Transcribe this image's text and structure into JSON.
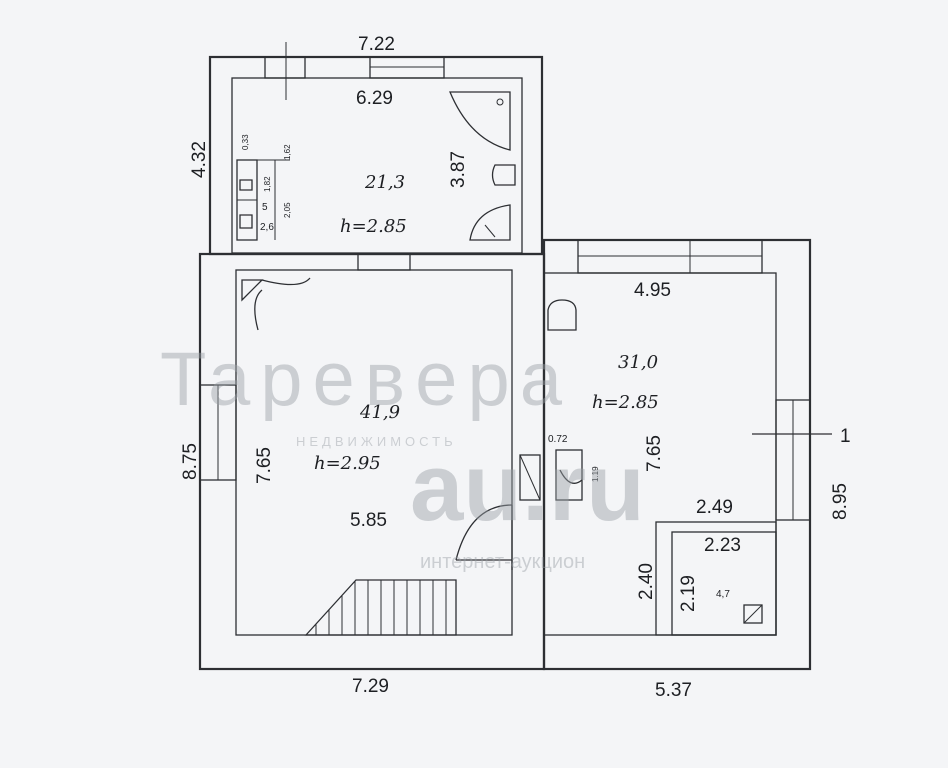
{
  "dimensions": {
    "top_width": "7.22",
    "upper_left_height": "4.32",
    "upper_inner_width": "6.29",
    "upper_inner_height": "3.87",
    "right_inner_width": "4.95",
    "main_left_height": "8.75",
    "main_inner_height": "7.65",
    "right_room_height": "7.65",
    "right_total_height": "8.95",
    "bottom_left_width": "7.29",
    "bottom_right_width": "5.37",
    "inner_width": "5.85",
    "closet_width_outer": "2.49",
    "closet_width_inner": "2.23",
    "closet_height_outer": "2.40",
    "closet_height_inner": "2.19",
    "niche_width": "0.72",
    "niche_height": "1.19"
  },
  "rooms": {
    "upper": {
      "area": "21,3",
      "height": "h=2.85"
    },
    "main": {
      "area": "41,9",
      "height": "h=2.95"
    },
    "right": {
      "area": "31,0",
      "height": "h=2.85"
    },
    "closet": {
      "area": "4,7"
    },
    "bath": {
      "area": "5",
      "dims": "2,6"
    }
  },
  "small_labels": {
    "wc_a": "1,82",
    "wc_b": "2,05",
    "wc_c": "1,62",
    "wc_d": "0,33"
  },
  "section_marker": "1",
  "watermarks": {
    "brand": "Tapeвepa",
    "brand_sub": "НЕДВИЖИМОСТЬ",
    "site": "au.ru",
    "site_sub": "интернет-аукцион"
  }
}
